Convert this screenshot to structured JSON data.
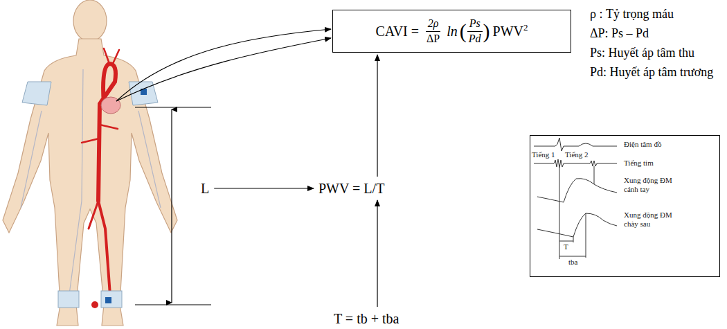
{
  "diagram": {
    "nodes": [
      {
        "text": [
          "CAVI =",
          "2ρ",
          "ΔP",
          "ln",
          "(",
          "Ps",
          "Pd",
          ")",
          "PWV",
          "2"
        ]
      },
      {
        "text": [
          "PWV = L/T"
        ]
      },
      {
        "text": [
          "L"
        ]
      },
      {
        "text": [
          "T = tb + tba"
        ]
      },
      {
        "text": [
          "Điện tâm đồ",
          "Tiếng 1",
          "Tiếng 2",
          "Tiếng tim",
          "Xung động ĐM cánh tay",
          "Xung động ĐM chày sau",
          "T",
          "tba"
        ]
      }
    ],
    "edges": [
      {
        "from": 2,
        "to": 1,
        "arrow": "to"
      },
      {
        "from": 1,
        "to": 0,
        "arrow": "to"
      },
      {
        "from": 3,
        "to": 1,
        "arrow": "to"
      }
    ],
    "labels": [
      "ρ : Tỷ trọng máu",
      "ΔP: Ps – Pd",
      "Ps: Huyết áp tâm thu",
      "Pd: Huyết áp tâm trương"
    ]
  }
}
